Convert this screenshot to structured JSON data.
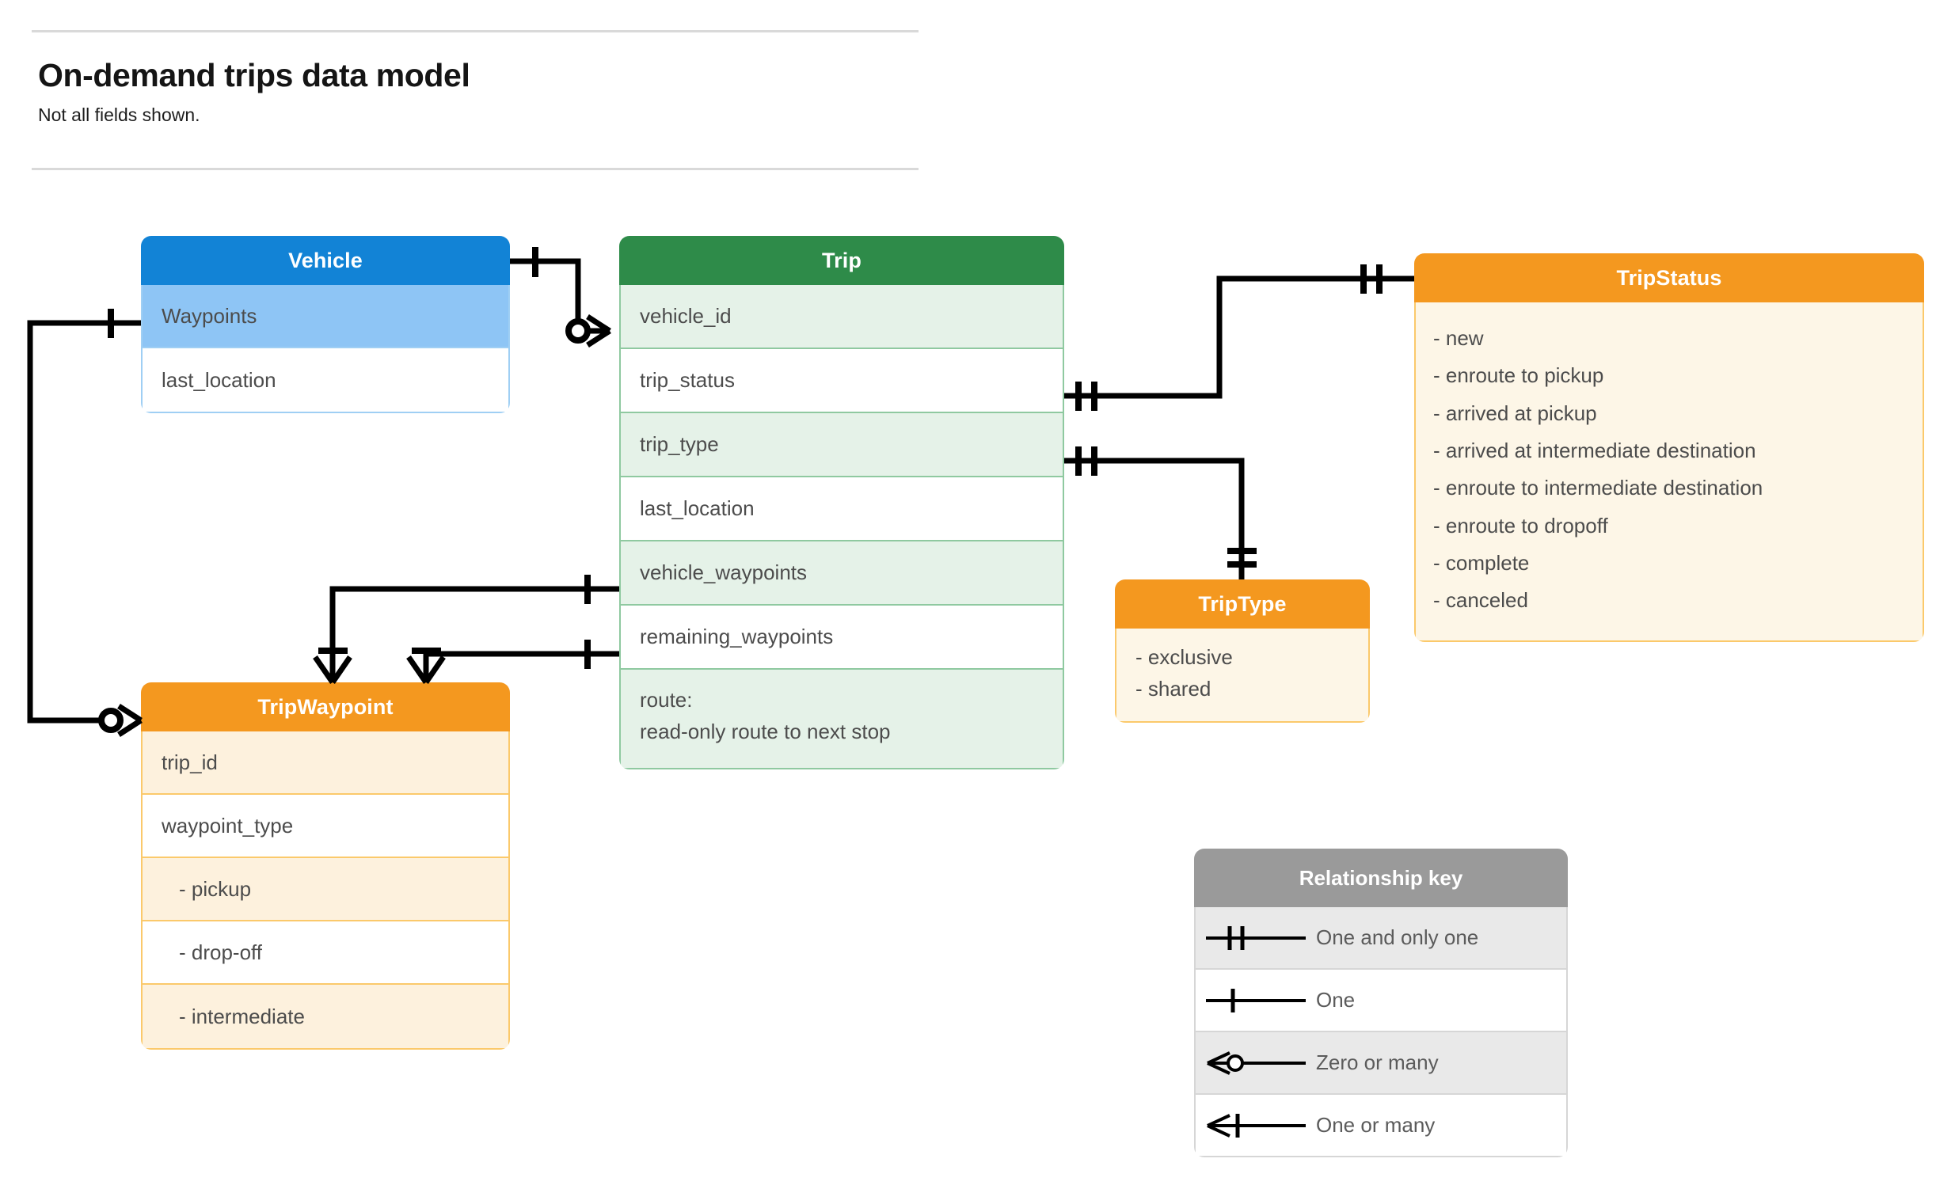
{
  "header": {
    "title": "On-demand trips data model",
    "subtitle": "Not all fields shown."
  },
  "entities": {
    "vehicle": {
      "name": "Vehicle",
      "header_color": "#1283d6",
      "fields": [
        "Waypoints",
        "last_location"
      ]
    },
    "trip": {
      "name": "Trip",
      "header_color": "#2e8b49",
      "fields": [
        "vehicle_id",
        "trip_status",
        "trip_type",
        "last_location",
        "vehicle_waypoints",
        "remaining_waypoints"
      ],
      "route_label": "route:",
      "route_note": "read-only route to next stop"
    },
    "trip_waypoint": {
      "name": "TripWaypoint",
      "header_color": "#f4981f",
      "fields": [
        "trip_id",
        "waypoint_type",
        " -  pickup",
        " -  drop-off",
        " -  intermediate"
      ]
    },
    "trip_type": {
      "name": "TripType",
      "header_color": "#f4981f",
      "values": [
        "- exclusive",
        "- shared"
      ]
    },
    "trip_status": {
      "name": "TripStatus",
      "header_color": "#f4981f",
      "values": [
        "- new",
        "- enroute to pickup",
        "- arrived at pickup",
        "- arrived at intermediate destination",
        "- enroute to intermediate destination",
        "- enroute to dropoff",
        "- complete",
        "- canceled"
      ]
    }
  },
  "legend": {
    "title": "Relationship key",
    "header_color": "#9a9a9a",
    "rows": [
      {
        "symbol": "one-and-only-one-icon",
        "label": "One and only one"
      },
      {
        "symbol": "one-icon",
        "label": "One"
      },
      {
        "symbol": "zero-or-many-icon",
        "label": "Zero or many"
      },
      {
        "symbol": "one-or-many-icon",
        "label": "One or many"
      }
    ]
  },
  "relationships": [
    {
      "from": "Vehicle",
      "to": "Trip.vehicle_id",
      "from_card": "One",
      "to_card": "Zero or many"
    },
    {
      "from": "Vehicle.Waypoints",
      "to": "TripWaypoint",
      "from_card": "One",
      "to_card": "Zero or many"
    },
    {
      "from": "Trip.trip_status",
      "to": "TripStatus",
      "from_card": "One and only one",
      "to_card": "One and only one"
    },
    {
      "from": "Trip.trip_type",
      "to": "TripType",
      "from_card": "One and only one",
      "to_card": "One and only one"
    },
    {
      "from": "Trip.vehicle_waypoints",
      "to": "TripWaypoint",
      "from_card": "One",
      "to_card": "One or many"
    },
    {
      "from": "Trip.remaining_waypoints",
      "to": "TripWaypoint",
      "from_card": "One",
      "to_card": "One or many"
    }
  ]
}
